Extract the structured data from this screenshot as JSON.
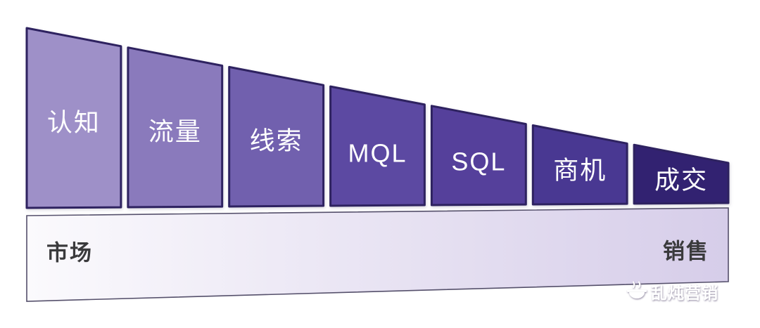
{
  "diagram": {
    "type": "funnel",
    "orientation": "horizontal-left-to-right",
    "stages": [
      {
        "label": "认知",
        "color": "#9e90c8",
        "border": "#2e2360"
      },
      {
        "label": "流量",
        "color": "#8a7abc",
        "border": "#2e2360"
      },
      {
        "label": "线索",
        "color": "#7161ae",
        "border": "#2e2360"
      },
      {
        "label": "MQL",
        "color": "#5c49a2",
        "border": "#2e2360"
      },
      {
        "label": "SQL",
        "color": "#54419b",
        "border": "#2e2360"
      },
      {
        "label": "商机",
        "color": "#4a3992",
        "border": "#2e2360"
      },
      {
        "label": "成交",
        "color": "#332371",
        "border": "#2e2360"
      }
    ],
    "band": {
      "left_label": "市场",
      "right_label": "销售",
      "gradient_start": "#fbfafd",
      "gradient_end": "#d6cde9",
      "border_color": "#55506b",
      "text_color": "#3a3a3c"
    },
    "watermark": {
      "text": "乱炖营销",
      "icon": "pot-steam-icon",
      "color": "#ffffff"
    }
  }
}
